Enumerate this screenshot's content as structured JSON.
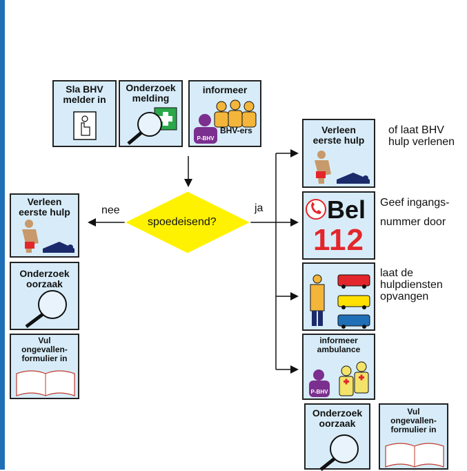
{
  "colors": {
    "card_bg": "#d7ecf8",
    "decision_fill": "#fff200",
    "purple": "#7b2f8e",
    "red": "#e3262b",
    "accent_blue": "#1f6fb6"
  },
  "top_row": {
    "press_button": {
      "title": "Sla BHV\nmelder in",
      "icon": "press-button-icon"
    },
    "investigate_report": {
      "title": "Onderzoek\nmelding",
      "icon": "magnifier-first-aid-icon"
    },
    "inform": {
      "title": "informeer",
      "badge": "P-BHV",
      "group_label": "BHV-ers"
    }
  },
  "decision": {
    "question": "spoedeisend?",
    "no_label": "nee",
    "yes_label": "ja"
  },
  "left_column": {
    "first_aid": {
      "title": "Verleen\neerste hulp"
    },
    "investigate_cause": {
      "title": "Onderzoek\noorzaak"
    },
    "accident_form": {
      "title": "Vul\nongevallen-\nformulier in"
    }
  },
  "right_column": {
    "first_aid": {
      "title": "Verleen\neerste hulp",
      "note": "of laat BHV\nhulp verlenen"
    },
    "call": {
      "bel": "Bel",
      "number": "112",
      "note": "Geef ingangs-\nnummer door"
    },
    "services": {
      "note": "laat de\nhulpdiensten\nopvangen"
    },
    "inform_ambulance": {
      "title": "informeer\nambulance",
      "badge": "P-BHV"
    },
    "investigate_cause": {
      "title": "Onderzoek\noorzaak"
    },
    "accident_form": {
      "title": "Vul\nongevallen-\nformulier in"
    }
  }
}
